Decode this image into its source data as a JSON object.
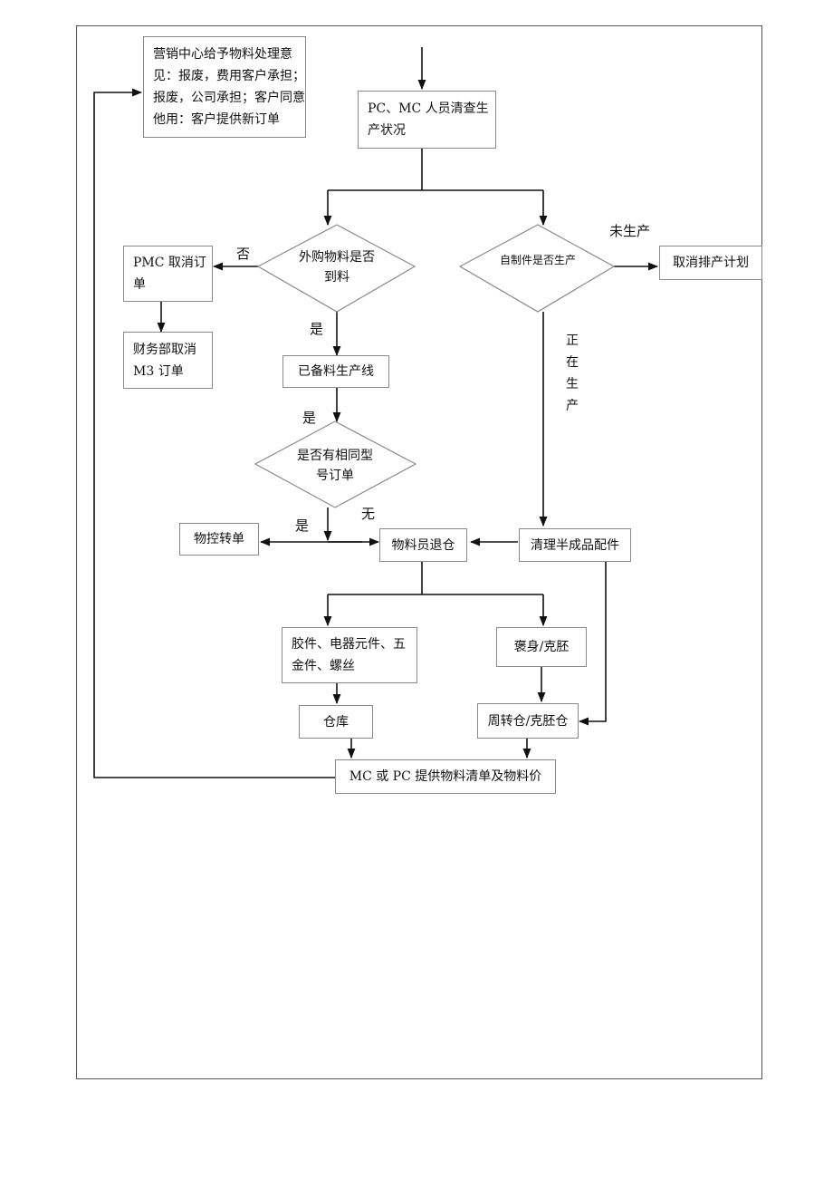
{
  "nodes": {
    "marketing_opinion": "营销中心给予物料处理意见：报废，费用客户承担；报废，公司承担；客户同意他用：客户提供新订单",
    "pc_mc_check": "PC、MC 人员清查生产状况",
    "purchased_arrived": "外购物料是否到料",
    "self_made_producing": "自制件是否生产",
    "cancel_schedule": "取消排产计划",
    "pmc_cancel": "PMC 取消订单",
    "finance_cancel": "财务部取消 M3 订单",
    "on_line": "已备料生产线",
    "same_model": "是否有相同型号订单",
    "control_transfer": "物控转单",
    "return_warehouse": "物料员退仓",
    "clear_semi": "清理半成品配件",
    "parts": "胶件、电器元件、五金件、螺丝",
    "body_blank": "褒身/克胚",
    "warehouse": "仓库",
    "turnover_warehouse": "周转仓/克胚仓",
    "provide_list": "MC 或 PC 提供物料清单及物料价"
  },
  "labels": {
    "not_produced": "未生产",
    "no_1": "否",
    "yes_1": "是",
    "yes_2": "是",
    "yes_3": "是",
    "none": "无",
    "producing": "正\n在\n生\n产"
  }
}
